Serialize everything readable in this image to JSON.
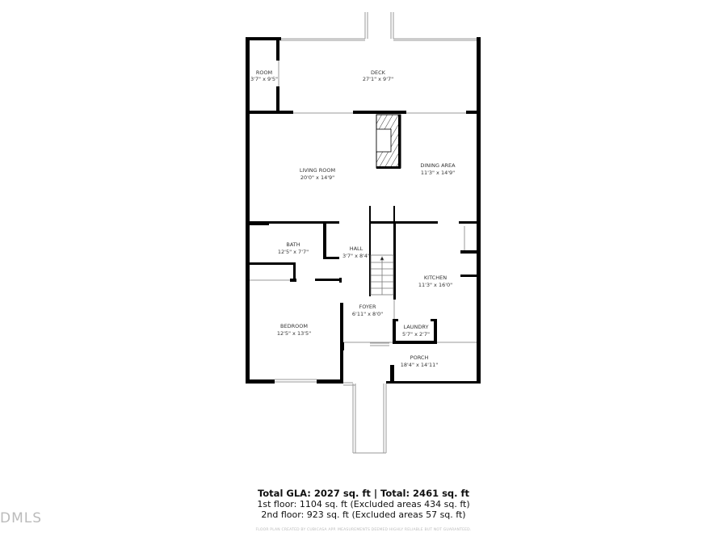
{
  "rooms": [
    {
      "name": "ROOM",
      "size": "3'7\" x 9'5\""
    },
    {
      "name": "DECK",
      "size": "27'1\" x 9'7\""
    },
    {
      "name": "LIVING ROOM",
      "size": "20'0\" x 14'9\""
    },
    {
      "name": "DINING AREA",
      "size": "11'3\" x 14'9\""
    },
    {
      "name": "BATH",
      "size": "12'5\" x 7'7\""
    },
    {
      "name": "HALL",
      "size": "3'7\" x 8'4\""
    },
    {
      "name": "KITCHEN",
      "size": "11'3\" x 16'0\""
    },
    {
      "name": "FOYER",
      "size": "6'11\" x 8'0\""
    },
    {
      "name": "BEDROOM",
      "size": "12'5\" x 13'5\""
    },
    {
      "name": "LAUNDRY",
      "size": "5'7\" x 2'7\""
    },
    {
      "name": "PORCH",
      "size": "18'4\" x 14'11\""
    }
  ],
  "summary": {
    "total": "Total GLA: 2027 sq. ft | Total: 2461 sq. ft",
    "first_floor": "1st floor: 1104 sq. ft (Excluded areas 434 sq. ft)",
    "second_floor": "2nd floor: 923 sq. ft (Excluded areas 57 sq. ft)",
    "disclaimer": "FLOOR PLAN CREATED BY CUBICASA APP. MEASUREMENTS DEEMED HIGHLY RELIABLE BUT NOT GUARANTEED."
  },
  "watermark": "DMLS",
  "colors": {
    "wall": "#000000",
    "thin_line": "#999999"
  }
}
